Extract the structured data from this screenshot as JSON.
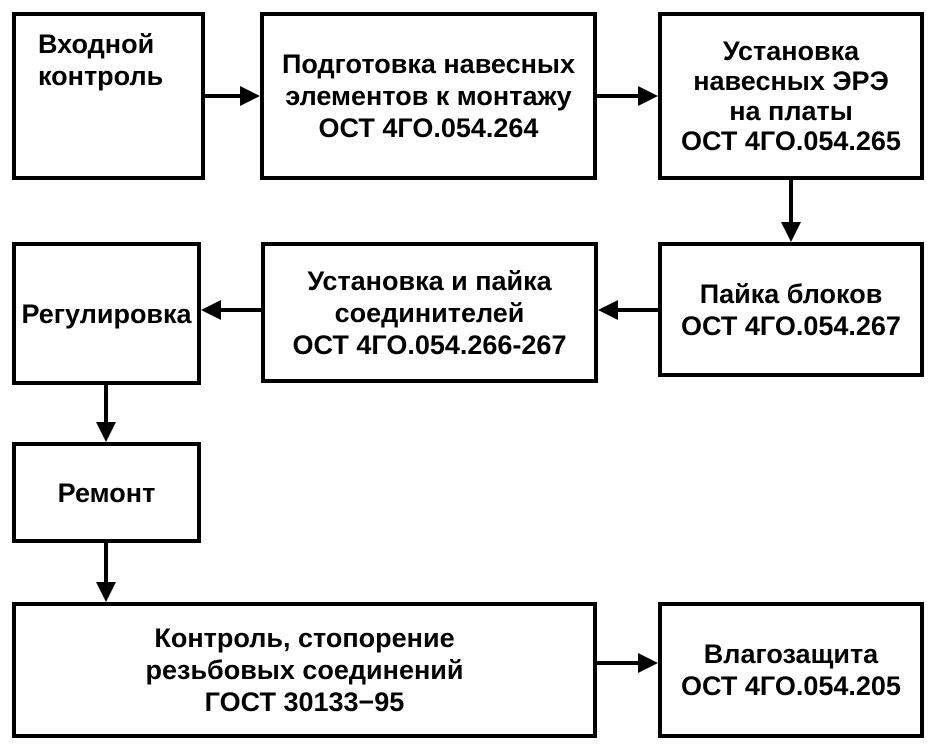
{
  "diagram": {
    "boxes": {
      "incoming_control": {
        "lines": [
          "Входной",
          "контроль"
        ]
      },
      "prep_elements": {
        "lines": [
          "Подготовка навесных",
          "элементов к монтажу",
          "ОСТ 4ГО.054.264"
        ]
      },
      "install_ere": {
        "lines": [
          "Установка",
          "навесных ЭРЭ",
          "на платы",
          "ОСТ 4ГО.054.265"
        ]
      },
      "solder_blocks": {
        "lines": [
          "Пайка блоков",
          "ОСТ 4ГО.054.267"
        ]
      },
      "install_connectors": {
        "lines": [
          "Установка и пайка",
          "соединителей",
          "ОСТ 4ГО.054.266-267"
        ]
      },
      "adjustment": {
        "lines": [
          "Регулировка"
        ]
      },
      "repair": {
        "lines": [
          "Ремонт"
        ]
      },
      "control_locking": {
        "lines": [
          "Контроль, стопорение",
          "резьбовых соединений",
          "ГОСТ 30133−95"
        ]
      },
      "moisture_protection": {
        "lines": [
          "Влагозащита",
          "ОСТ 4ГО.054.205"
        ]
      }
    }
  }
}
